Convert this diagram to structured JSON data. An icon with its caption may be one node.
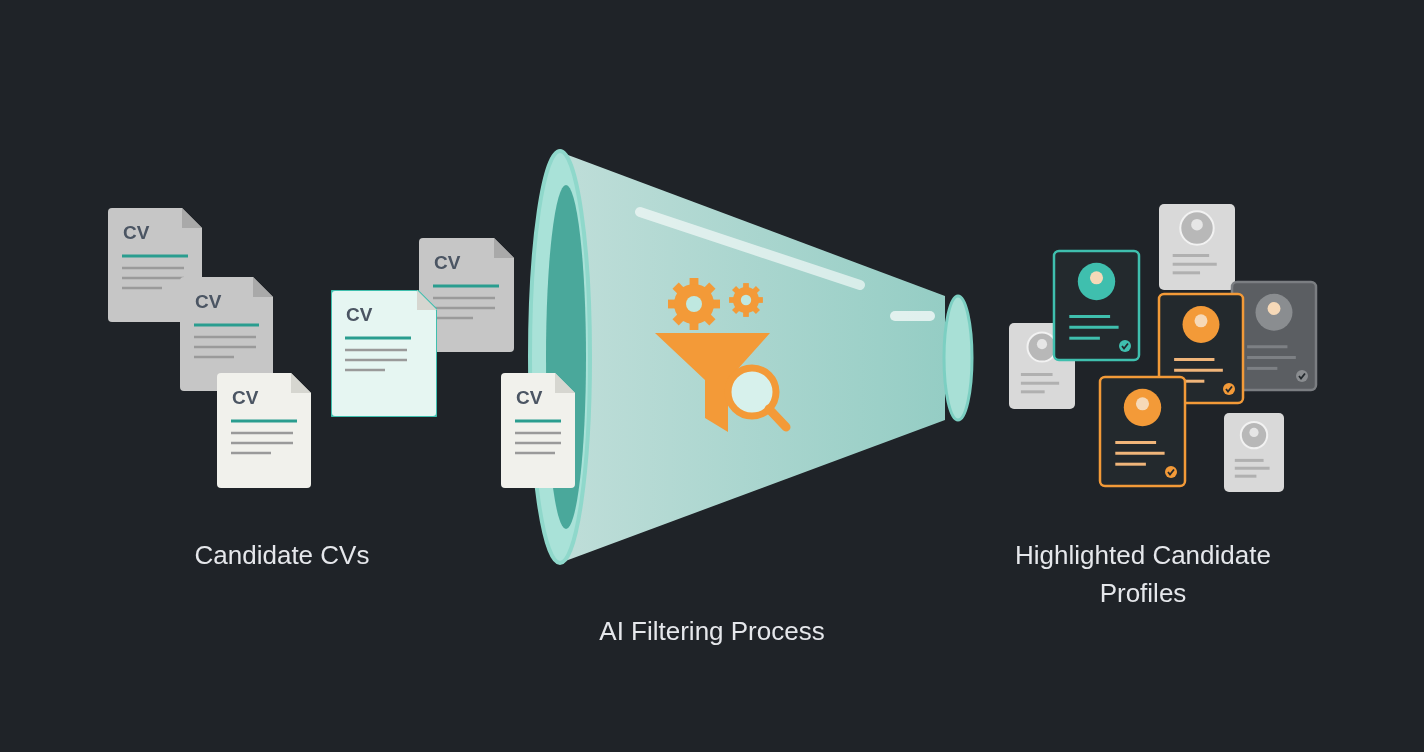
{
  "diagram": {
    "nodes": [
      {
        "text": [
          "CV"
        ]
      },
      {
        "text": [
          "CV"
        ]
      },
      {
        "text": [
          "CV"
        ]
      },
      {
        "text": [
          "CV"
        ]
      },
      {
        "text": [
          "CV"
        ]
      },
      {
        "text": [
          "CV"
        ]
      }
    ],
    "labels": [
      "Candidate CVs",
      "AI Filtering Process",
      "Highlighted Candidate Profiles"
    ]
  }
}
